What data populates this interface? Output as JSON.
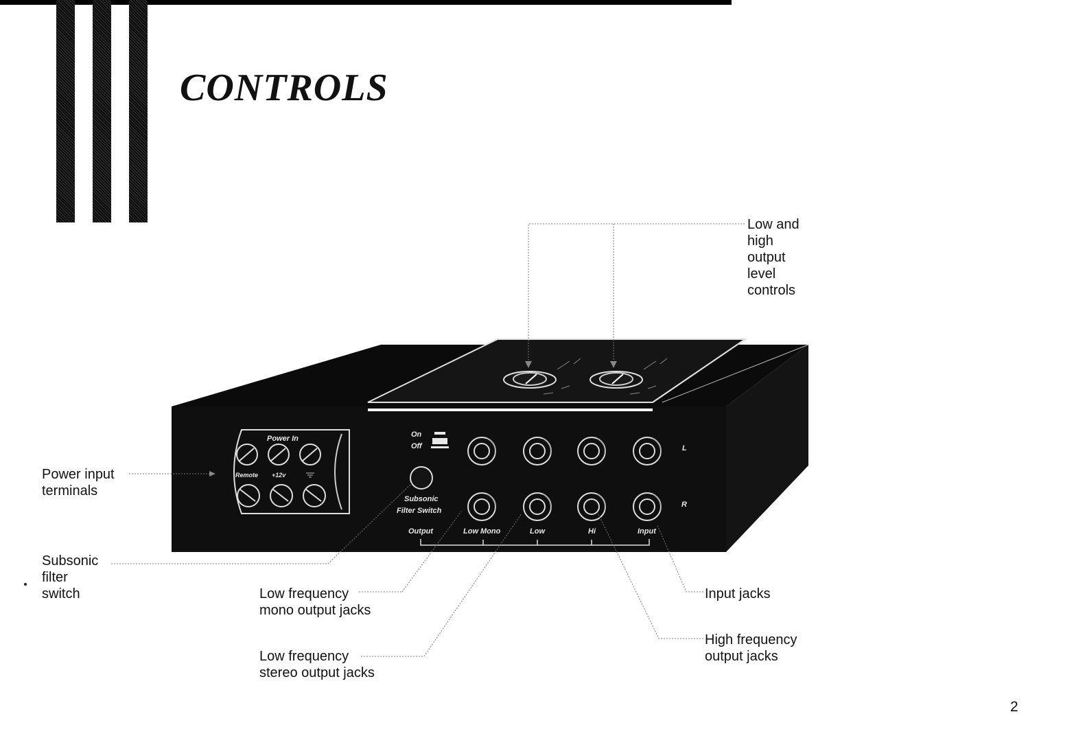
{
  "page": {
    "title": "CONTROLS",
    "page_number": "2"
  },
  "callouts": {
    "level_controls": "Low and\nhigh\noutput\nlevel\ncontrols",
    "power_input": "Power input\nterminals",
    "subsonic": "Subsonic\nfilter\nswitch",
    "low_mono": "Low frequency\nmono output jacks",
    "low_stereo": "Low frequency\nstereo output jacks",
    "input_jacks": "Input jacks",
    "high_freq": "High frequency\noutput jacks"
  },
  "panel": {
    "power_in": "Power In",
    "remote": "Remote",
    "plus12v": "+12v",
    "on": "On",
    "off": "Off",
    "subsonic_line1": "Subsonic",
    "subsonic_line2": "Filter Switch",
    "output": "Output",
    "low_mono": "Low Mono",
    "low": "Low",
    "hi": "Hi",
    "input": "Input",
    "left": "L",
    "right": "R"
  }
}
